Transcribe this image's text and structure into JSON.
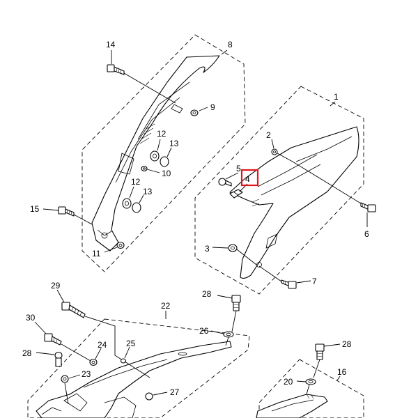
{
  "callouts": {
    "c1": "1",
    "c2": "2",
    "c3": "3",
    "c4": "4",
    "c5": "5",
    "c6": "6",
    "c7": "7",
    "c8": "8",
    "c9": "9",
    "c10": "10",
    "c11": "11",
    "c12a": "12",
    "c12b": "12",
    "c13a": "13",
    "c13b": "13",
    "c14": "14",
    "c15": "15",
    "c16": "16",
    "c20": "20",
    "c22": "22",
    "c23": "23",
    "c24": "24",
    "c25": "25",
    "c26": "26",
    "c27": "27",
    "c28a": "28",
    "c28b": "28",
    "c28c": "28",
    "c29": "29",
    "c30": "30"
  },
  "highlight": {
    "label": "4",
    "color": "#e0161b"
  }
}
